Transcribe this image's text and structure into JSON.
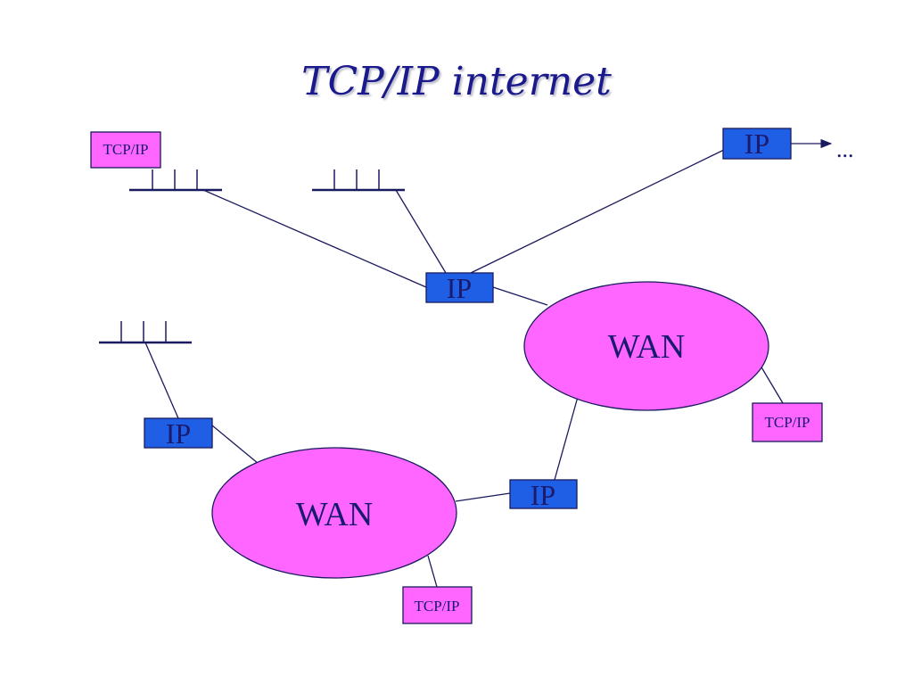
{
  "slide": {
    "title": "TCP/IP internet"
  },
  "diagram": {
    "ip_routers": [
      {
        "label": "IP"
      },
      {
        "label": "IP"
      },
      {
        "label": "IP"
      },
      {
        "label": "IP"
      }
    ],
    "wans": [
      {
        "label": "WAN"
      },
      {
        "label": "WAN"
      }
    ],
    "hosts": [
      {
        "label": "TCP/IP"
      },
      {
        "label": "TCP/IP"
      },
      {
        "label": "TCP/IP"
      }
    ],
    "continuation": "..."
  },
  "colors": {
    "title": "#1a1a8c",
    "ip_box_fill": "#1f5fe6",
    "ip_box_text": "#1a1a6e",
    "magenta_fill": "#ff66ff",
    "line": "#1a1a5e"
  }
}
